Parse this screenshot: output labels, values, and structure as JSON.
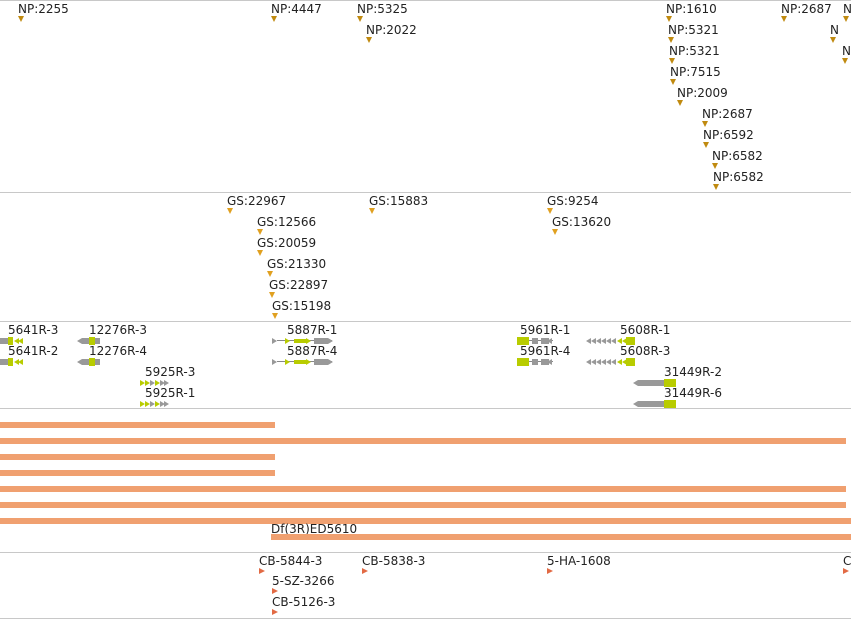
{
  "colors": {
    "np_marker": "#c08a10",
    "gs_marker": "#e0a020",
    "cb_marker": "#e26a44",
    "deletion_bar": "#f0a070",
    "gene_grey": "#999999",
    "gene_yellow": "#b8cc00",
    "separator": "#c8c8c8"
  },
  "np_track": {
    "labels": [
      "NP:2255",
      "NP:4447",
      "NP:5325",
      "NP:2022",
      "NP:1610",
      "NP:5321",
      "NP:5321",
      "NP:7515",
      "NP:2009",
      "NP:2687",
      "NP:6592",
      "NP:6582",
      "NP:6582",
      "NP:2687",
      "N",
      "N",
      "N"
    ]
  },
  "gs_track": {
    "labels": [
      "GS:22967",
      "GS:12566",
      "GS:20059",
      "GS:21330",
      "GS:22897",
      "GS:15198",
      "GS:15883",
      "GS:9254",
      "GS:13620"
    ]
  },
  "gene_track": {
    "labels": [
      "5641R-3",
      "5641R-2",
      "12276R-3",
      "12276R-4",
      "5925R-3",
      "5925R-1",
      "5887R-1",
      "5887R-4",
      "5961R-1",
      "5961R-4",
      "5608R-1",
      "5608R-3",
      "31449R-2",
      "31449R-6"
    ]
  },
  "deletion_track": {
    "labels": [
      "Df(3R)ED5610"
    ]
  },
  "cb_track": {
    "labels": [
      "CB-5844-3",
      "5-SZ-3266",
      "CB-5126-3",
      "CB-5838-3",
      "5-HA-1608",
      "C"
    ]
  }
}
